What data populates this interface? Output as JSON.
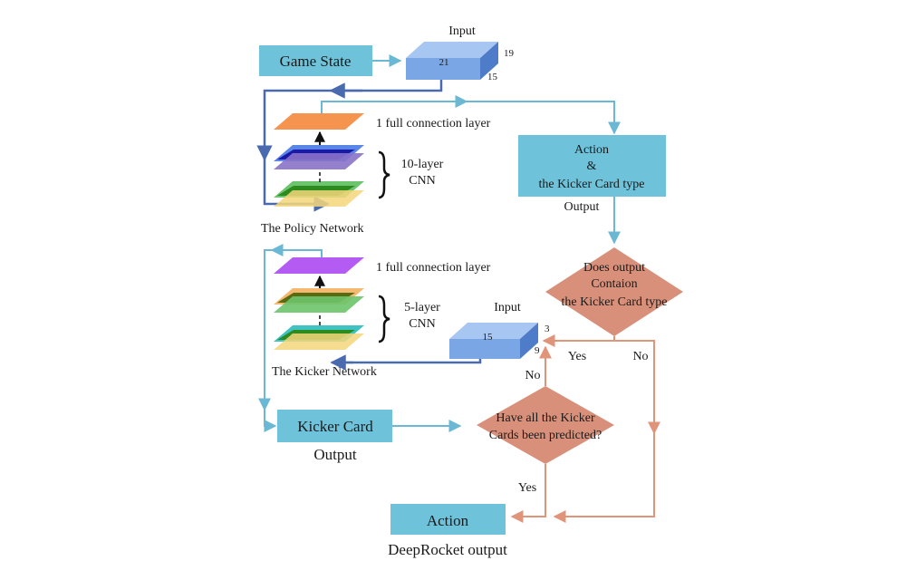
{
  "game_state": {
    "label": "Game State"
  },
  "input_top": {
    "title": "Input",
    "front": "21",
    "depth": "19",
    "height": "15"
  },
  "policy_network": {
    "fc_label": "1 full connection layer",
    "cnn_label_line1": "10-layer",
    "cnn_label_line2": "CNN",
    "name": "The Policy Network"
  },
  "action_box": {
    "line1": "Action",
    "line2": "&",
    "line3": "the Kicker Card type",
    "caption": "Output"
  },
  "decision_contains": {
    "line1": "Does output",
    "line2": "Contaion",
    "line3": "the Kicker Card type",
    "yes": "Yes",
    "no": "No"
  },
  "kicker_network": {
    "fc_label": "1 full connection layer",
    "cnn_label_line1": "5-layer",
    "cnn_label_line2": "CNN",
    "name": "The Kicker Network"
  },
  "input_bottom": {
    "title": "Input",
    "front": "15",
    "depth": "3",
    "height": "9"
  },
  "kicker_card": {
    "label": "Kicker Card",
    "caption": "Output"
  },
  "decision_predicted": {
    "line1": "Have all the Kicker",
    "line2": "Cards been predicted?",
    "yes": "Yes",
    "no": "No"
  },
  "final_action": {
    "label": "Action",
    "caption": "DeepRocket output"
  },
  "colors": {
    "box_fill": "#6EC3DB",
    "cyan_arrow": "#6BB8D4",
    "dark_blue_arrow": "#4A6AB0",
    "diamond_fill": "#D9907A",
    "orange_arrow": "#E0957A",
    "cube_front": "#7AA6E6",
    "cube_top": "#A8C6F2",
    "cube_side": "#4F7CC9"
  }
}
